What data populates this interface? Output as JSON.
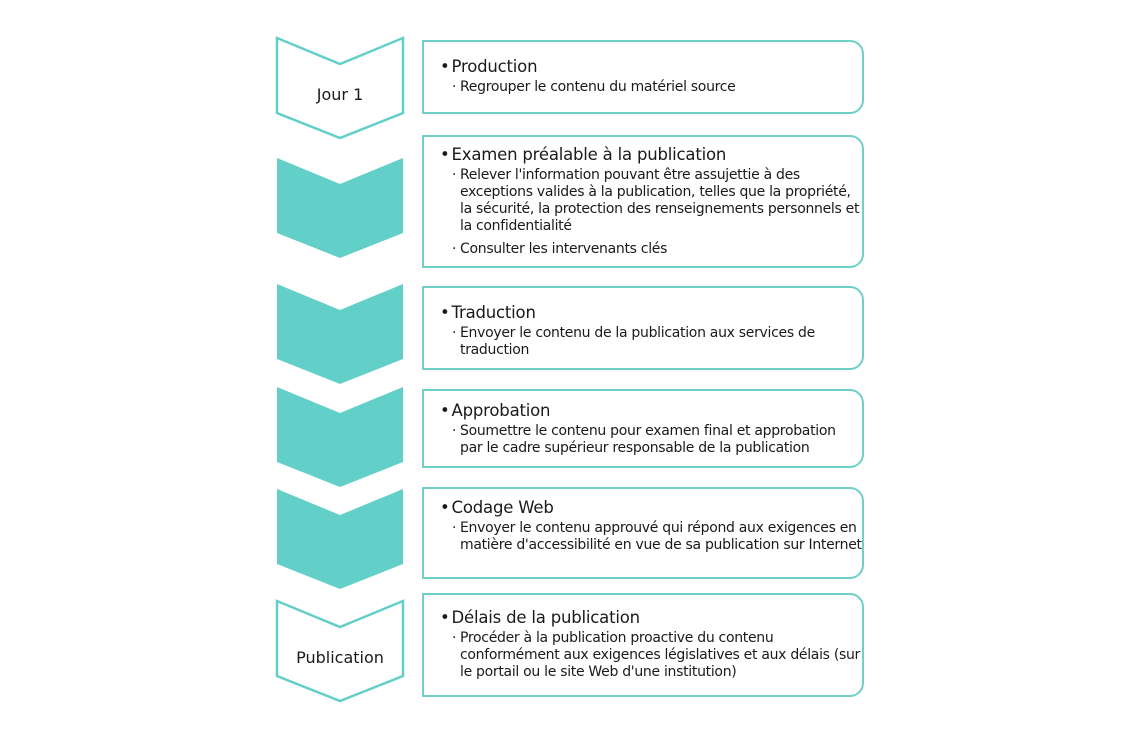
{
  "colors": {
    "accent": "#63cfc9"
  },
  "chevrons": [
    {
      "label": "Jour 1",
      "style": "outline"
    },
    {
      "label": "",
      "style": "filled"
    },
    {
      "label": "",
      "style": "filled"
    },
    {
      "label": "",
      "style": "filled"
    },
    {
      "label": "",
      "style": "filled"
    },
    {
      "label": "Publication",
      "style": "outline"
    }
  ],
  "steps": [
    {
      "title": "Production",
      "items": [
        "Regrouper le contenu du matériel source"
      ]
    },
    {
      "title": "Examen préalable à la publication",
      "items": [
        "Relever l'information pouvant être assujettie à des exceptions valides à la publication, telles que la propriété, la sécurité, la protection des renseignements personnels et la confidentialité",
        "Consulter les intervenants clés"
      ]
    },
    {
      "title": "Traduction",
      "items": [
        "Envoyer le contenu de la publication aux services de traduction"
      ]
    },
    {
      "title": "Approbation",
      "items": [
        "Soumettre le contenu pour examen final et approbation par le cadre supérieur responsable de la publication"
      ]
    },
    {
      "title": "Codage Web",
      "items": [
        "Envoyer le contenu approuvé qui répond aux exigences en matière d'accessibilité en vue de sa publication sur Internet"
      ]
    },
    {
      "title": "Délais de la publication",
      "items": [
        "Procéder à la publication proactive du contenu conformément aux exigences législatives et aux délais (sur le portail ou le site Web d'une institution)"
      ]
    }
  ]
}
